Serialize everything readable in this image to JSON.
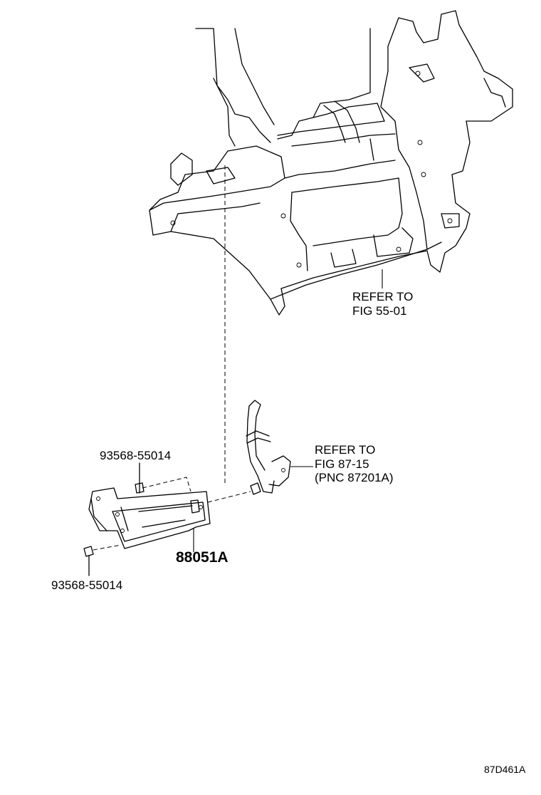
{
  "labels": {
    "refer_top_line1": "REFER TO",
    "refer_top_line2": "FIG 55-01",
    "part_bolt_upper": "93568-55014",
    "part_bolt_lower": "93568-55014",
    "refer_mid_line1": "REFER TO",
    "refer_mid_line2": "FIG 87-15",
    "refer_mid_line3": "(PNC 87201A)",
    "part_bracket": "88051A",
    "figure_code": "87D461A"
  },
  "icons": [
    "instrument-panel-frame-icon",
    "bracket-icon",
    "bolt-icon",
    "clip-icon",
    "pipe-icon"
  ],
  "colors": {
    "line": "#000000",
    "background": "#ffffff"
  }
}
